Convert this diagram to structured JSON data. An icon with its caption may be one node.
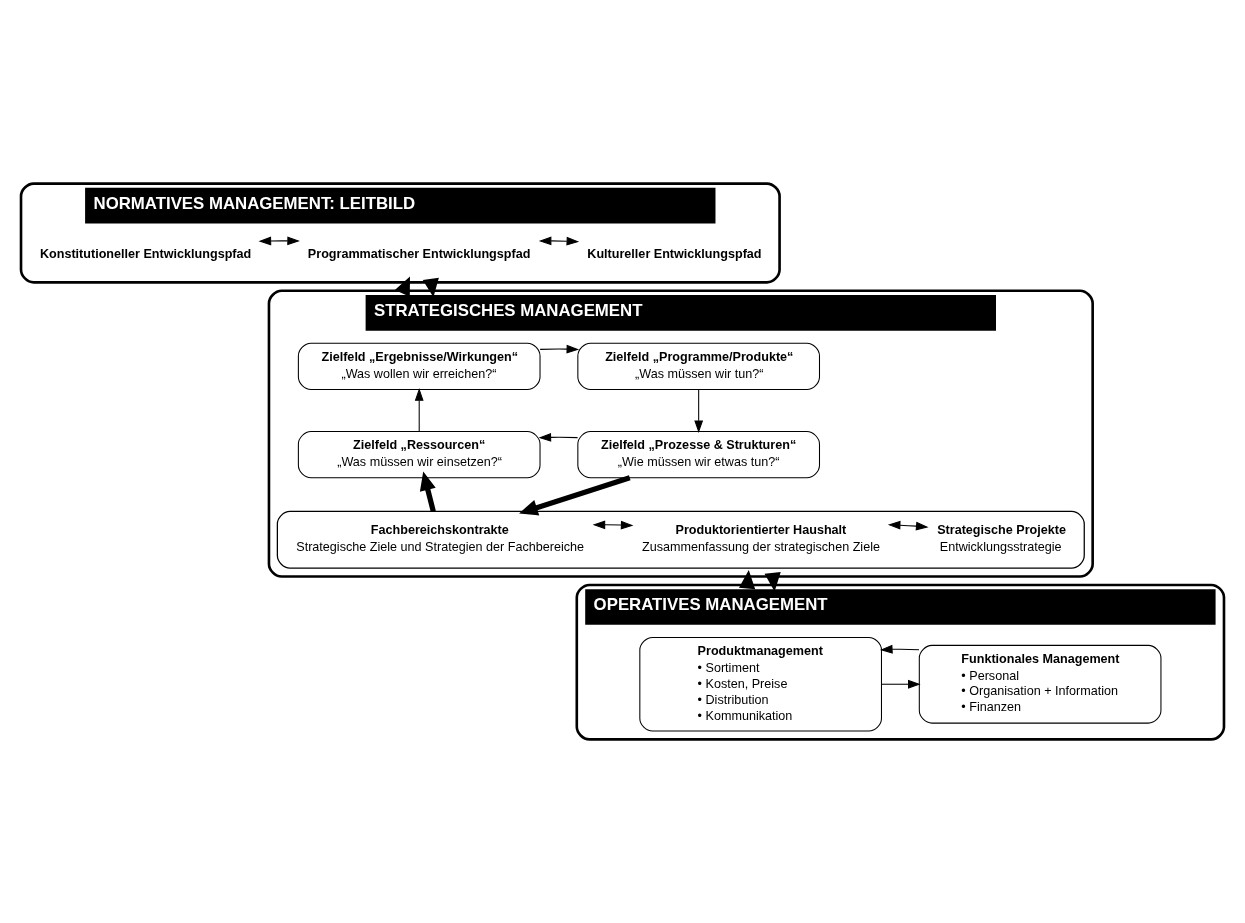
{
  "diagram": {
    "nodes": [
      {
        "text": [
          "NORMATIVES MANAGEMENT: LEITBILD"
        ]
      },
      {
        "text": [
          "Konstitutioneller Entwicklungspfad"
        ],
        "in": 0
      },
      {
        "text": [
          "Programmatischer Entwicklungspfad"
        ],
        "in": 0
      },
      {
        "text": [
          "Kultureller Entwicklungspfad"
        ],
        "in": 0
      },
      {
        "text": [
          "STRATEGISCHES MANAGEMENT"
        ]
      },
      {
        "text": [
          "Zielfeld „Ergebnisse/Wirkungen“",
          "„Was wollen wir erreichen?“"
        ],
        "in": 4
      },
      {
        "text": [
          "Zielfeld „Programme/Produkte“",
          "„Was müssen wir tun?“"
        ],
        "in": 4
      },
      {
        "text": [
          "Zielfeld „Ressourcen“",
          "„Was müssen wir einsetzen?“"
        ],
        "in": 4
      },
      {
        "text": [
          "Zielfeld „Prozesse & Strukturen“",
          "„Wie müssen wir etwas tun?“"
        ],
        "in": 4
      },
      {
        "text": [],
        "shape": "box",
        "in": 4
      },
      {
        "text": [
          "Fachbereichskontrakte",
          "Strategische Ziele und Strategien der Fachbereiche"
        ],
        "in": 9
      },
      {
        "text": [
          "Produktorientierter Haushalt",
          "Zusammenfassung der strategischen Ziele"
        ],
        "in": 9
      },
      {
        "text": [
          "Strategische Projekte",
          "Entwicklungsstrategie"
        ],
        "in": 9
      },
      {
        "text": [
          "OPERATIVES MANAGEMENT"
        ]
      },
      {
        "text": [
          "Produktmanagement",
          "• Sortiment",
          "• Kosten, Preise",
          "• Distribution",
          "• Kommunikation"
        ],
        "in": 13
      },
      {
        "text": [
          "Funktionales Management",
          "• Personal",
          "• Organisation + Information",
          "• Finanzen"
        ],
        "in": 13
      }
    ],
    "edges": [
      {
        "from": 1,
        "to": 2,
        "arrow": "both"
      },
      {
        "from": 2,
        "to": 3,
        "arrow": "both"
      },
      {
        "from": 4,
        "to": 0,
        "arrow": "to",
        "style": "thick"
      },
      {
        "from": 0,
        "to": 4,
        "arrow": "to",
        "style": "thick"
      },
      {
        "from": 5,
        "to": 6,
        "arrow": "to"
      },
      {
        "from": 6,
        "to": 8,
        "arrow": "to"
      },
      {
        "from": 8,
        "to": 7,
        "arrow": "to"
      },
      {
        "from": 7,
        "to": 5,
        "arrow": "to"
      },
      {
        "from": 9,
        "to": 7,
        "arrow": "to",
        "style": "thick"
      },
      {
        "from": 8,
        "to": 9,
        "arrow": "to",
        "style": "thick"
      },
      {
        "from": 10,
        "to": 11,
        "arrow": "both"
      },
      {
        "from": 11,
        "to": 12,
        "arrow": "both"
      },
      {
        "from": 13,
        "to": 4,
        "arrow": "to",
        "style": "thick"
      },
      {
        "from": 4,
        "to": 13,
        "arrow": "to",
        "style": "thick"
      },
      {
        "from": 14,
        "to": 15,
        "arrow": "to"
      },
      {
        "from": 15,
        "to": 14,
        "arrow": "to"
      }
    ]
  }
}
